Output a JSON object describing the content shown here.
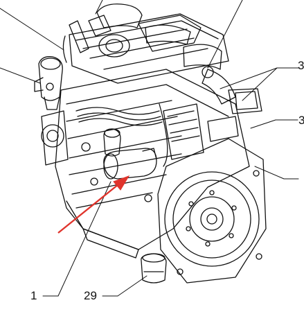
{
  "figure": {
    "kind": "exploded engine line drawing",
    "colors": {
      "line": "#111111",
      "highlight_arrow": "#e0342c",
      "background": "#ffffff"
    },
    "callouts": [
      {
        "id": "1",
        "text": "1"
      },
      {
        "id": "29",
        "text": "29"
      },
      {
        "id": "r1",
        "text": "3"
      },
      {
        "id": "r2",
        "text": "3"
      }
    ]
  }
}
